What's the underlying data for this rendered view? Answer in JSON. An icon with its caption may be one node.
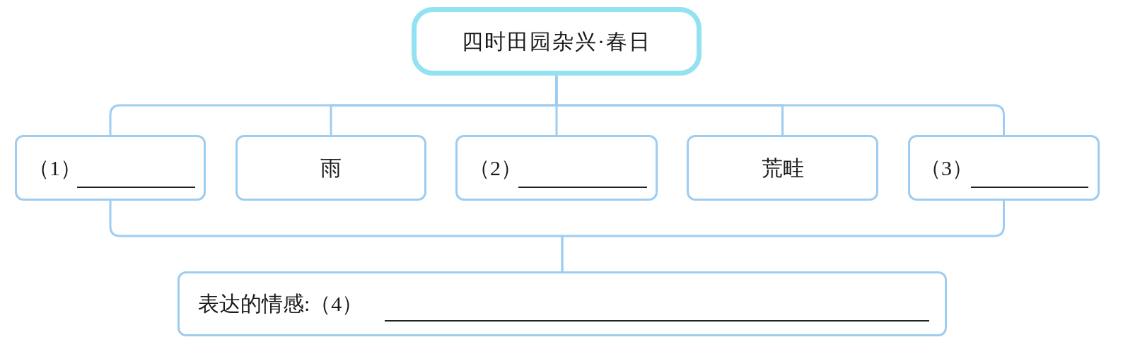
{
  "diagram": {
    "nodes": [
      {
        "text": [
          "四时田园杂兴·春日"
        ]
      },
      {
        "text": [
          "（1）"
        ]
      },
      {
        "text": [
          "雨"
        ]
      },
      {
        "text": [
          "（2）"
        ]
      },
      {
        "text": [
          "荒畦"
        ]
      },
      {
        "text": [
          "（3）"
        ]
      },
      {
        "text": [
          "表达的情感:（4）"
        ]
      }
    ],
    "edges": [
      {
        "from": 0,
        "to": 1,
        "arrow": "none"
      },
      {
        "from": 0,
        "to": 2,
        "arrow": "none"
      },
      {
        "from": 0,
        "to": 3,
        "arrow": "none"
      },
      {
        "from": 0,
        "to": 4,
        "arrow": "none"
      },
      {
        "from": 0,
        "to": 5,
        "arrow": "none"
      },
      {
        "from": 1,
        "to": 6,
        "arrow": "none"
      },
      {
        "from": 5,
        "to": 6,
        "arrow": "none"
      }
    ]
  }
}
